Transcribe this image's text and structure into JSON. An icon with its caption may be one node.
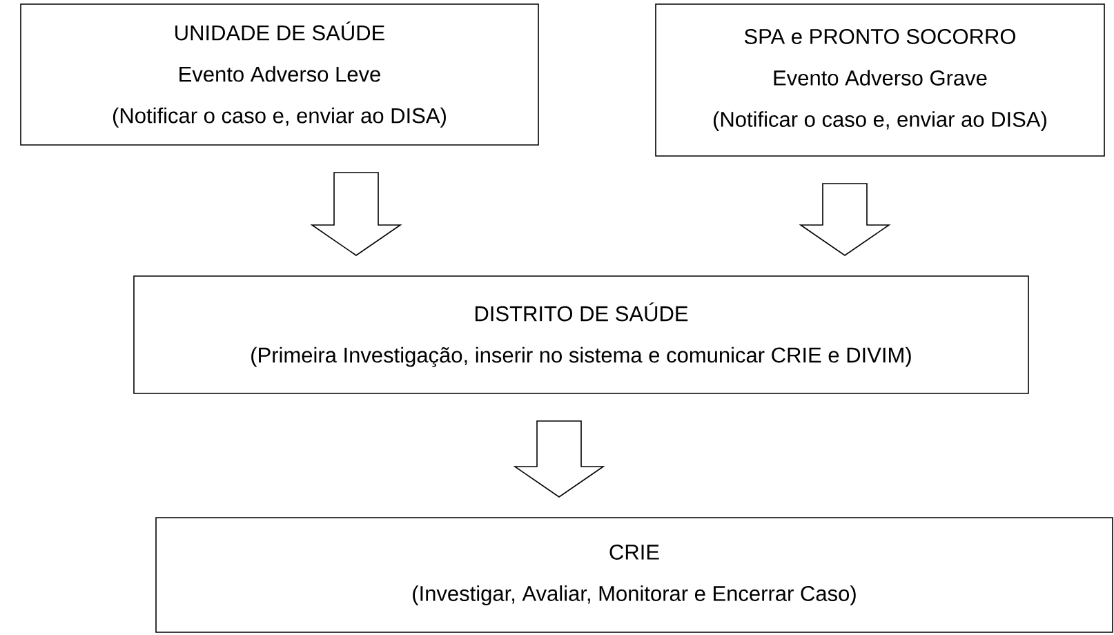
{
  "diagram": {
    "nodes": [
      {
        "text": [
          "UNIDADE DE SAÚDE",
          "Evento Adverso Leve",
          "(Notificar o caso e, enviar ao DISA)"
        ]
      },
      {
        "text": [
          "SPA e PRONTO SOCORRO",
          "Evento Adverso Grave",
          "(Notificar o caso e, enviar ao DISA)"
        ]
      },
      {
        "text": [
          "DISTRITO DE SAÚDE",
          "(Primeira Investigação, inserir no sistema e comunicar CRIE e DIVIM)"
        ]
      },
      {
        "text": [
          "CRIE",
          "(Investigar, Avaliar, Monitorar e Encerrar Caso)"
        ]
      }
    ],
    "edges": [
      {
        "from": 0,
        "to": 2,
        "arrow": "to"
      },
      {
        "from": 1,
        "to": 2,
        "arrow": "to"
      },
      {
        "from": 2,
        "to": 3,
        "arrow": "to"
      }
    ]
  }
}
